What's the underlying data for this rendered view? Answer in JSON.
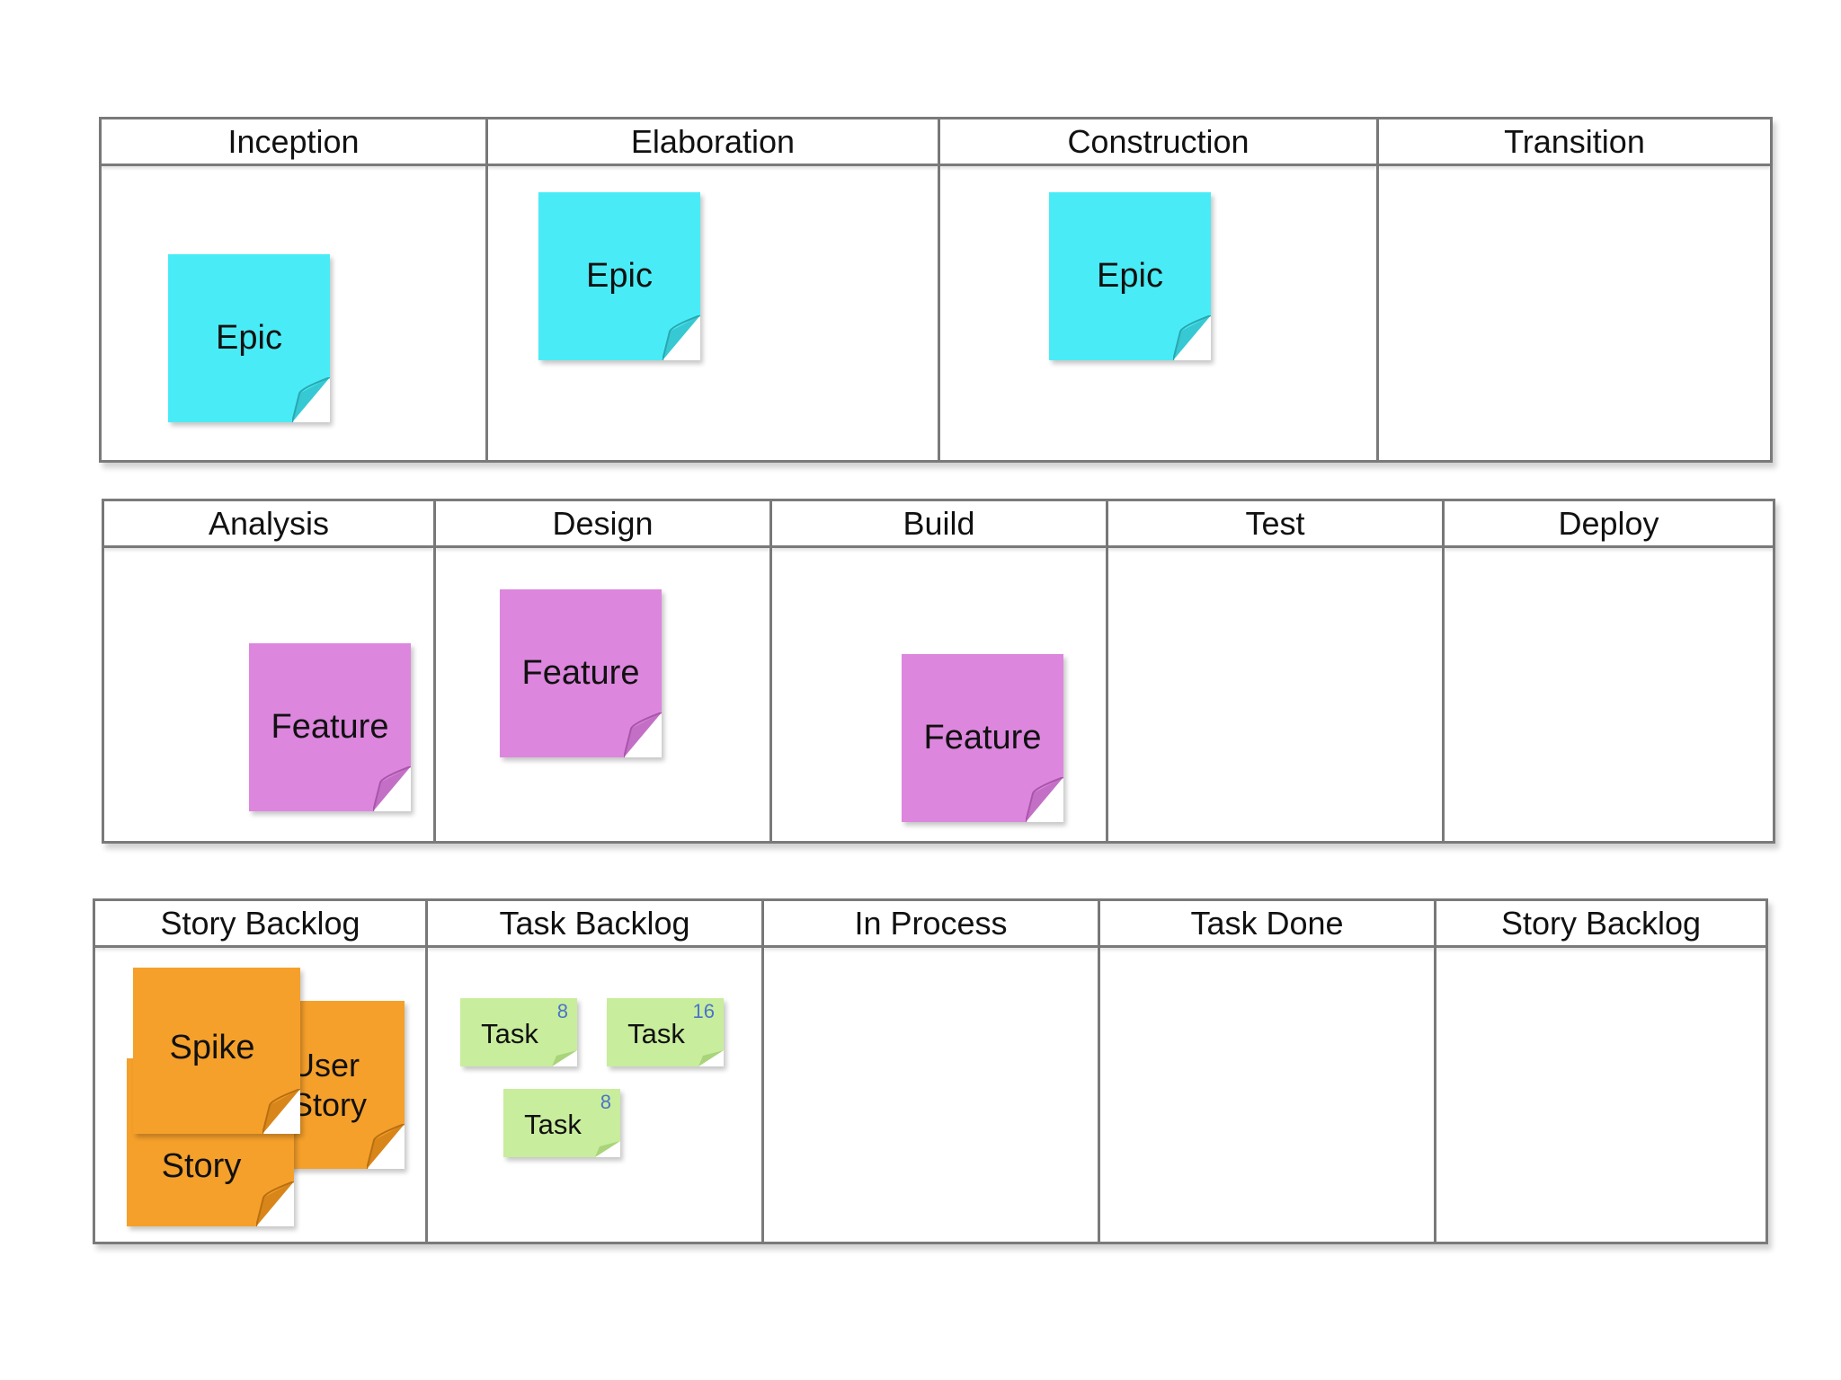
{
  "rows": [
    {
      "columns": [
        "Inception",
        "Elaboration",
        "Construction",
        "Transition"
      ],
      "notes": [
        {
          "label": "Epic",
          "color": "#49ecf6"
        },
        {
          "label": "Epic",
          "color": "#49ecf6"
        },
        {
          "label": "Epic",
          "color": "#49ecf6"
        }
      ]
    },
    {
      "columns": [
        "Analysis",
        "Design",
        "Build",
        "Test",
        "Deploy"
      ],
      "notes": [
        {
          "label": "Feature",
          "color": "#dd86de"
        },
        {
          "label": "Feature",
          "color": "#dd86de"
        },
        {
          "label": "Feature",
          "color": "#dd86de"
        }
      ]
    },
    {
      "columns": [
        "Story Backlog",
        "Task Backlog",
        "In Process",
        "Task Done",
        "Story Backlog"
      ],
      "notes": [
        {
          "label": "User Story",
          "label_visible": "Jser tory",
          "color": "#f5a02b"
        },
        {
          "label": "Story",
          "color": "#f5a02b"
        },
        {
          "label": "Spike",
          "color": "#f5a02b"
        }
      ],
      "tasks": [
        {
          "label": "Task",
          "estimate": "8"
        },
        {
          "label": "Task",
          "estimate": "16"
        },
        {
          "label": "Task",
          "estimate": "8"
        }
      ]
    }
  ]
}
